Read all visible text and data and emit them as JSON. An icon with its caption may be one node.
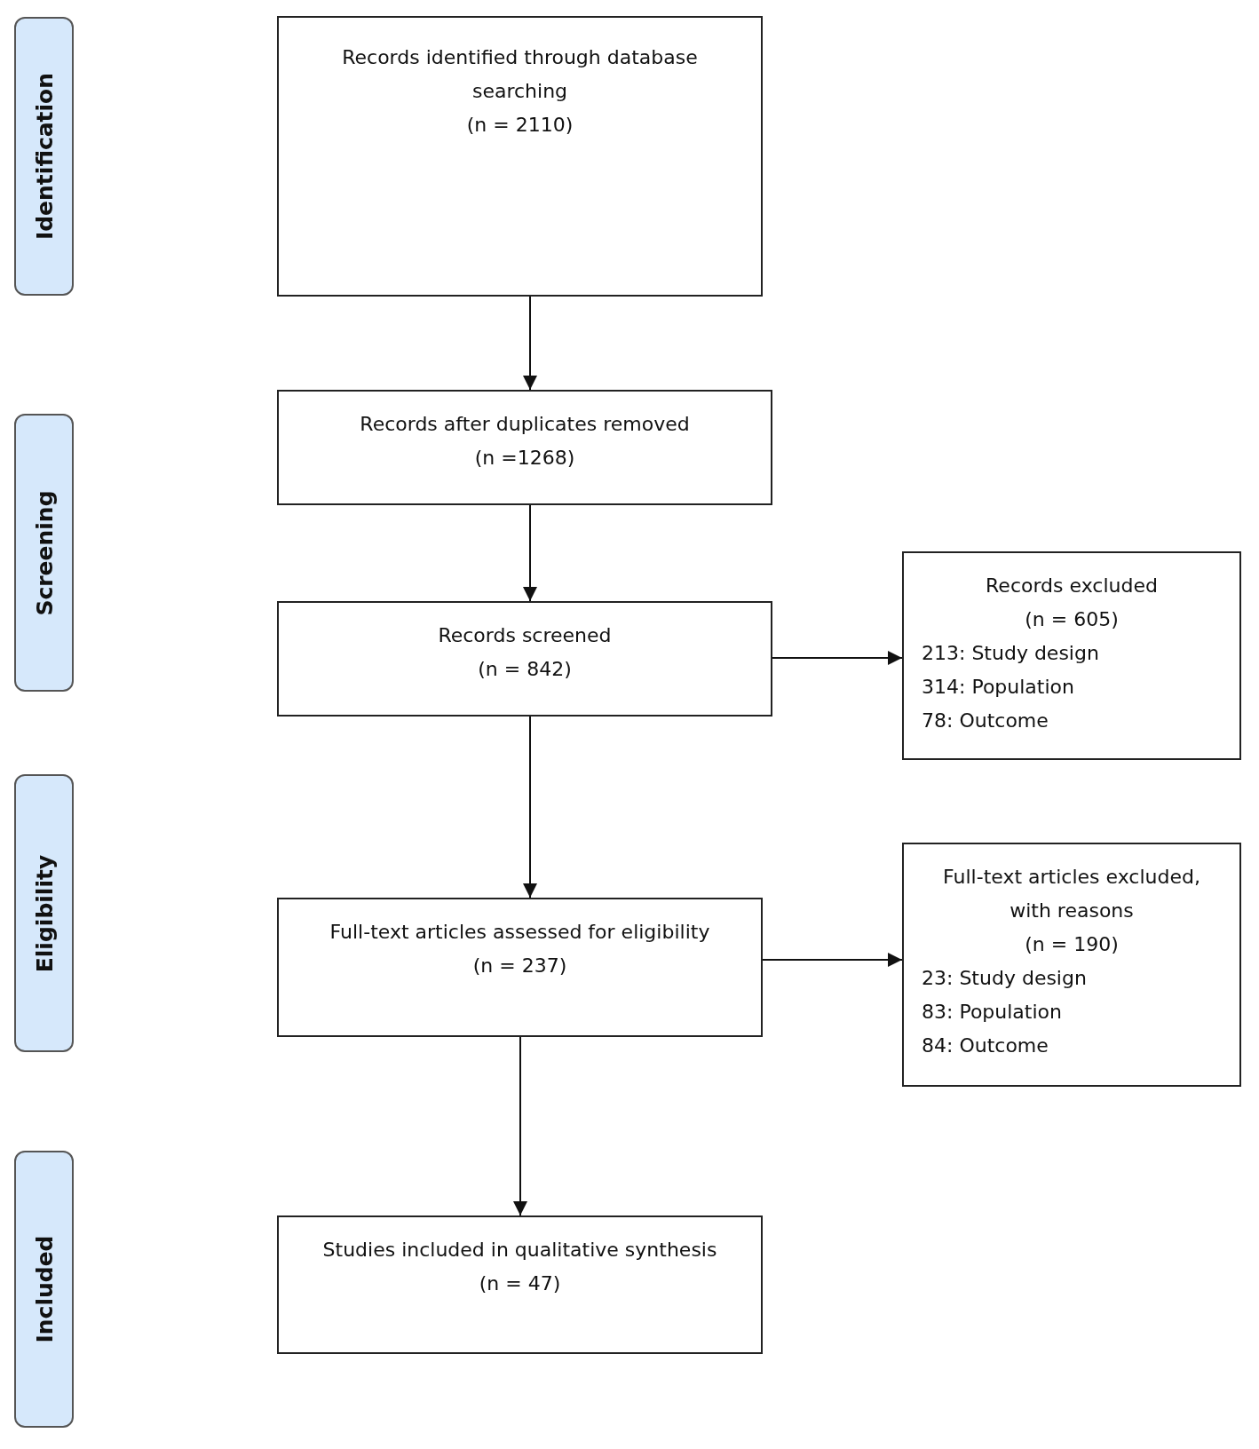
{
  "diagram": {
    "nodes": [
      {
        "text": [
          "Identification"
        ]
      },
      {
        "text": [
          "Screening"
        ]
      },
      {
        "text": [
          "Eligibility"
        ]
      },
      {
        "text": [
          "Included"
        ]
      },
      {
        "text": [
          "Records identified through database searching",
          "(n = 2110)"
        ]
      },
      {
        "text": [
          "Records after duplicates removed",
          "(n =1268)"
        ]
      },
      {
        "text": [
          "Records screened",
          "(n = 842)"
        ]
      },
      {
        "text": [
          "Records excluded",
          "(n = 605)",
          "213: Study design",
          "314: Population",
          "78: Outcome"
        ]
      },
      {
        "text": [
          "Full-text articles assessed for eligibility",
          "(n = 237)"
        ]
      },
      {
        "text": [
          "Full-text articles excluded, with reasons",
          "(n = 190)",
          "23: Study design",
          "83: Population",
          "84: Outcome"
        ]
      },
      {
        "text": [
          "Studies included in qualitative synthesis",
          "(n = 47)"
        ]
      }
    ],
    "edges": [
      {
        "from": 4,
        "to": 5,
        "arrow": "to"
      },
      {
        "from": 5,
        "to": 6,
        "arrow": "to"
      },
      {
        "from": 6,
        "to": 7,
        "arrow": "to"
      },
      {
        "from": 6,
        "to": 8,
        "arrow": "to"
      },
      {
        "from": 8,
        "to": 9,
        "arrow": "to"
      },
      {
        "from": 8,
        "to": 10,
        "arrow": "to"
      }
    ]
  }
}
